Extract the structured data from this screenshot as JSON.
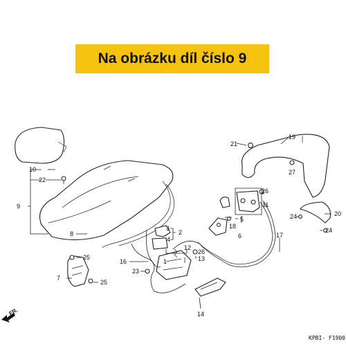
{
  "banner": {
    "text": "Na obrázku díl číslo 9"
  },
  "callouts": [
    "10",
    "22",
    "9",
    "8",
    "25",
    "7",
    "25",
    "2",
    "3",
    "4",
    "16",
    "23",
    "1",
    "12",
    "13",
    "26",
    "21",
    "19",
    "27",
    "26",
    "11",
    "18",
    "5",
    "6",
    "17",
    "24",
    "20",
    "24",
    "14"
  ],
  "front_marker": "FR.",
  "diagram_code": "KPBI- F1900"
}
